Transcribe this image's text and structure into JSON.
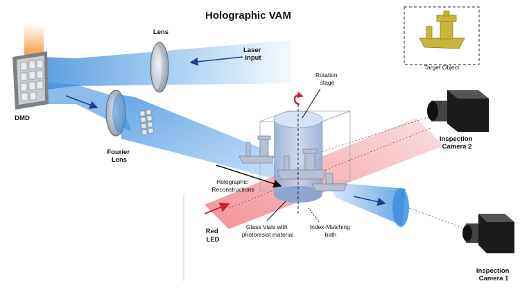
{
  "title": "Holographic VAM",
  "labels": {
    "lens": "Lens",
    "laser_input": [
      "Laser",
      "input"
    ],
    "dmd": "DMD",
    "fourier_lens": [
      "Fourier",
      "Lens"
    ],
    "rotation_stage": [
      "Rotation",
      "stage"
    ],
    "target_object": "Target Object",
    "inspection_camera_2": [
      "Inspection",
      "Camera 2"
    ],
    "inspection_camera_1": [
      "Inspection",
      "Camera 1"
    ],
    "holographic_reconstructions": [
      "Holographic",
      "Reconstructions"
    ],
    "red_led": [
      "Red",
      "LED"
    ],
    "glass_vials": [
      "Glass Vials with",
      "photoresist material"
    ],
    "index_matching": [
      "Index-Matching",
      "bath"
    ]
  },
  "colors": {
    "beam_blue": "#3d8fe0",
    "beam_red": "#f07f86",
    "vial": "#9fb4d8",
    "object_yellow": "#c8b63a",
    "camera": "#1b1b1b",
    "dmd_light": "#f28c28"
  }
}
